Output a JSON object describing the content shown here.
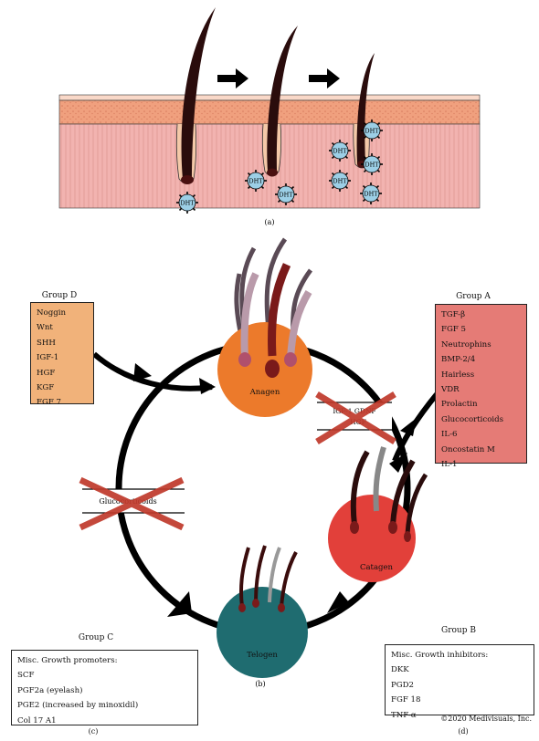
{
  "panels": {
    "a": "(a)",
    "b": "(b)",
    "c": "(c)",
    "d": "(d)"
  },
  "dht_label": "DHT",
  "stages": {
    "anagen": "Anagen",
    "catagen": "Catagen",
    "telogen": "Telogen"
  },
  "crossed_labels": {
    "upper": "IGF-1 GDNF",
    "upper_line2": "HGF",
    "left": "Glucocorticoids"
  },
  "group_a": {
    "title": "Group A",
    "items": [
      "TGF-β",
      "FGF 5",
      "Neutrophins",
      "BMP-2/4",
      "Hairless",
      "VDR",
      "Prolactin",
      "Glucocorticoids",
      "IL-6",
      "Oncostatin M",
      "IL-1"
    ]
  },
  "group_b": {
    "title": "Group B",
    "items": [
      "Misc. Growth inhibitors:",
      "DKK",
      "PGD2",
      "FGF 18",
      "TNF-α"
    ]
  },
  "group_c": {
    "title": "Group C",
    "items": [
      "Misc. Growth promoters:",
      "SCF",
      "PGF2a (eyelash)",
      "PGE2 (increased by minoxidil)",
      "Col 17 A1"
    ]
  },
  "group_d": {
    "title": "Group D",
    "items": [
      "Noggin",
      "Wnt",
      "SHH",
      "IGF-1",
      "HGF",
      "KGF",
      "FGF 7"
    ]
  },
  "copyright": "©2020 Medivisuals, Inc.",
  "colors": {
    "skin_top": "#f2a07e",
    "dermis": "#f2b3b0",
    "dht": "#9ccfe6",
    "anagen": "#ec7a2b",
    "catagen": "#e2403a",
    "telogen": "#1f6c70",
    "group_a": "#e57b76",
    "group_d": "#f1b27a",
    "cross": "#c0392b"
  }
}
